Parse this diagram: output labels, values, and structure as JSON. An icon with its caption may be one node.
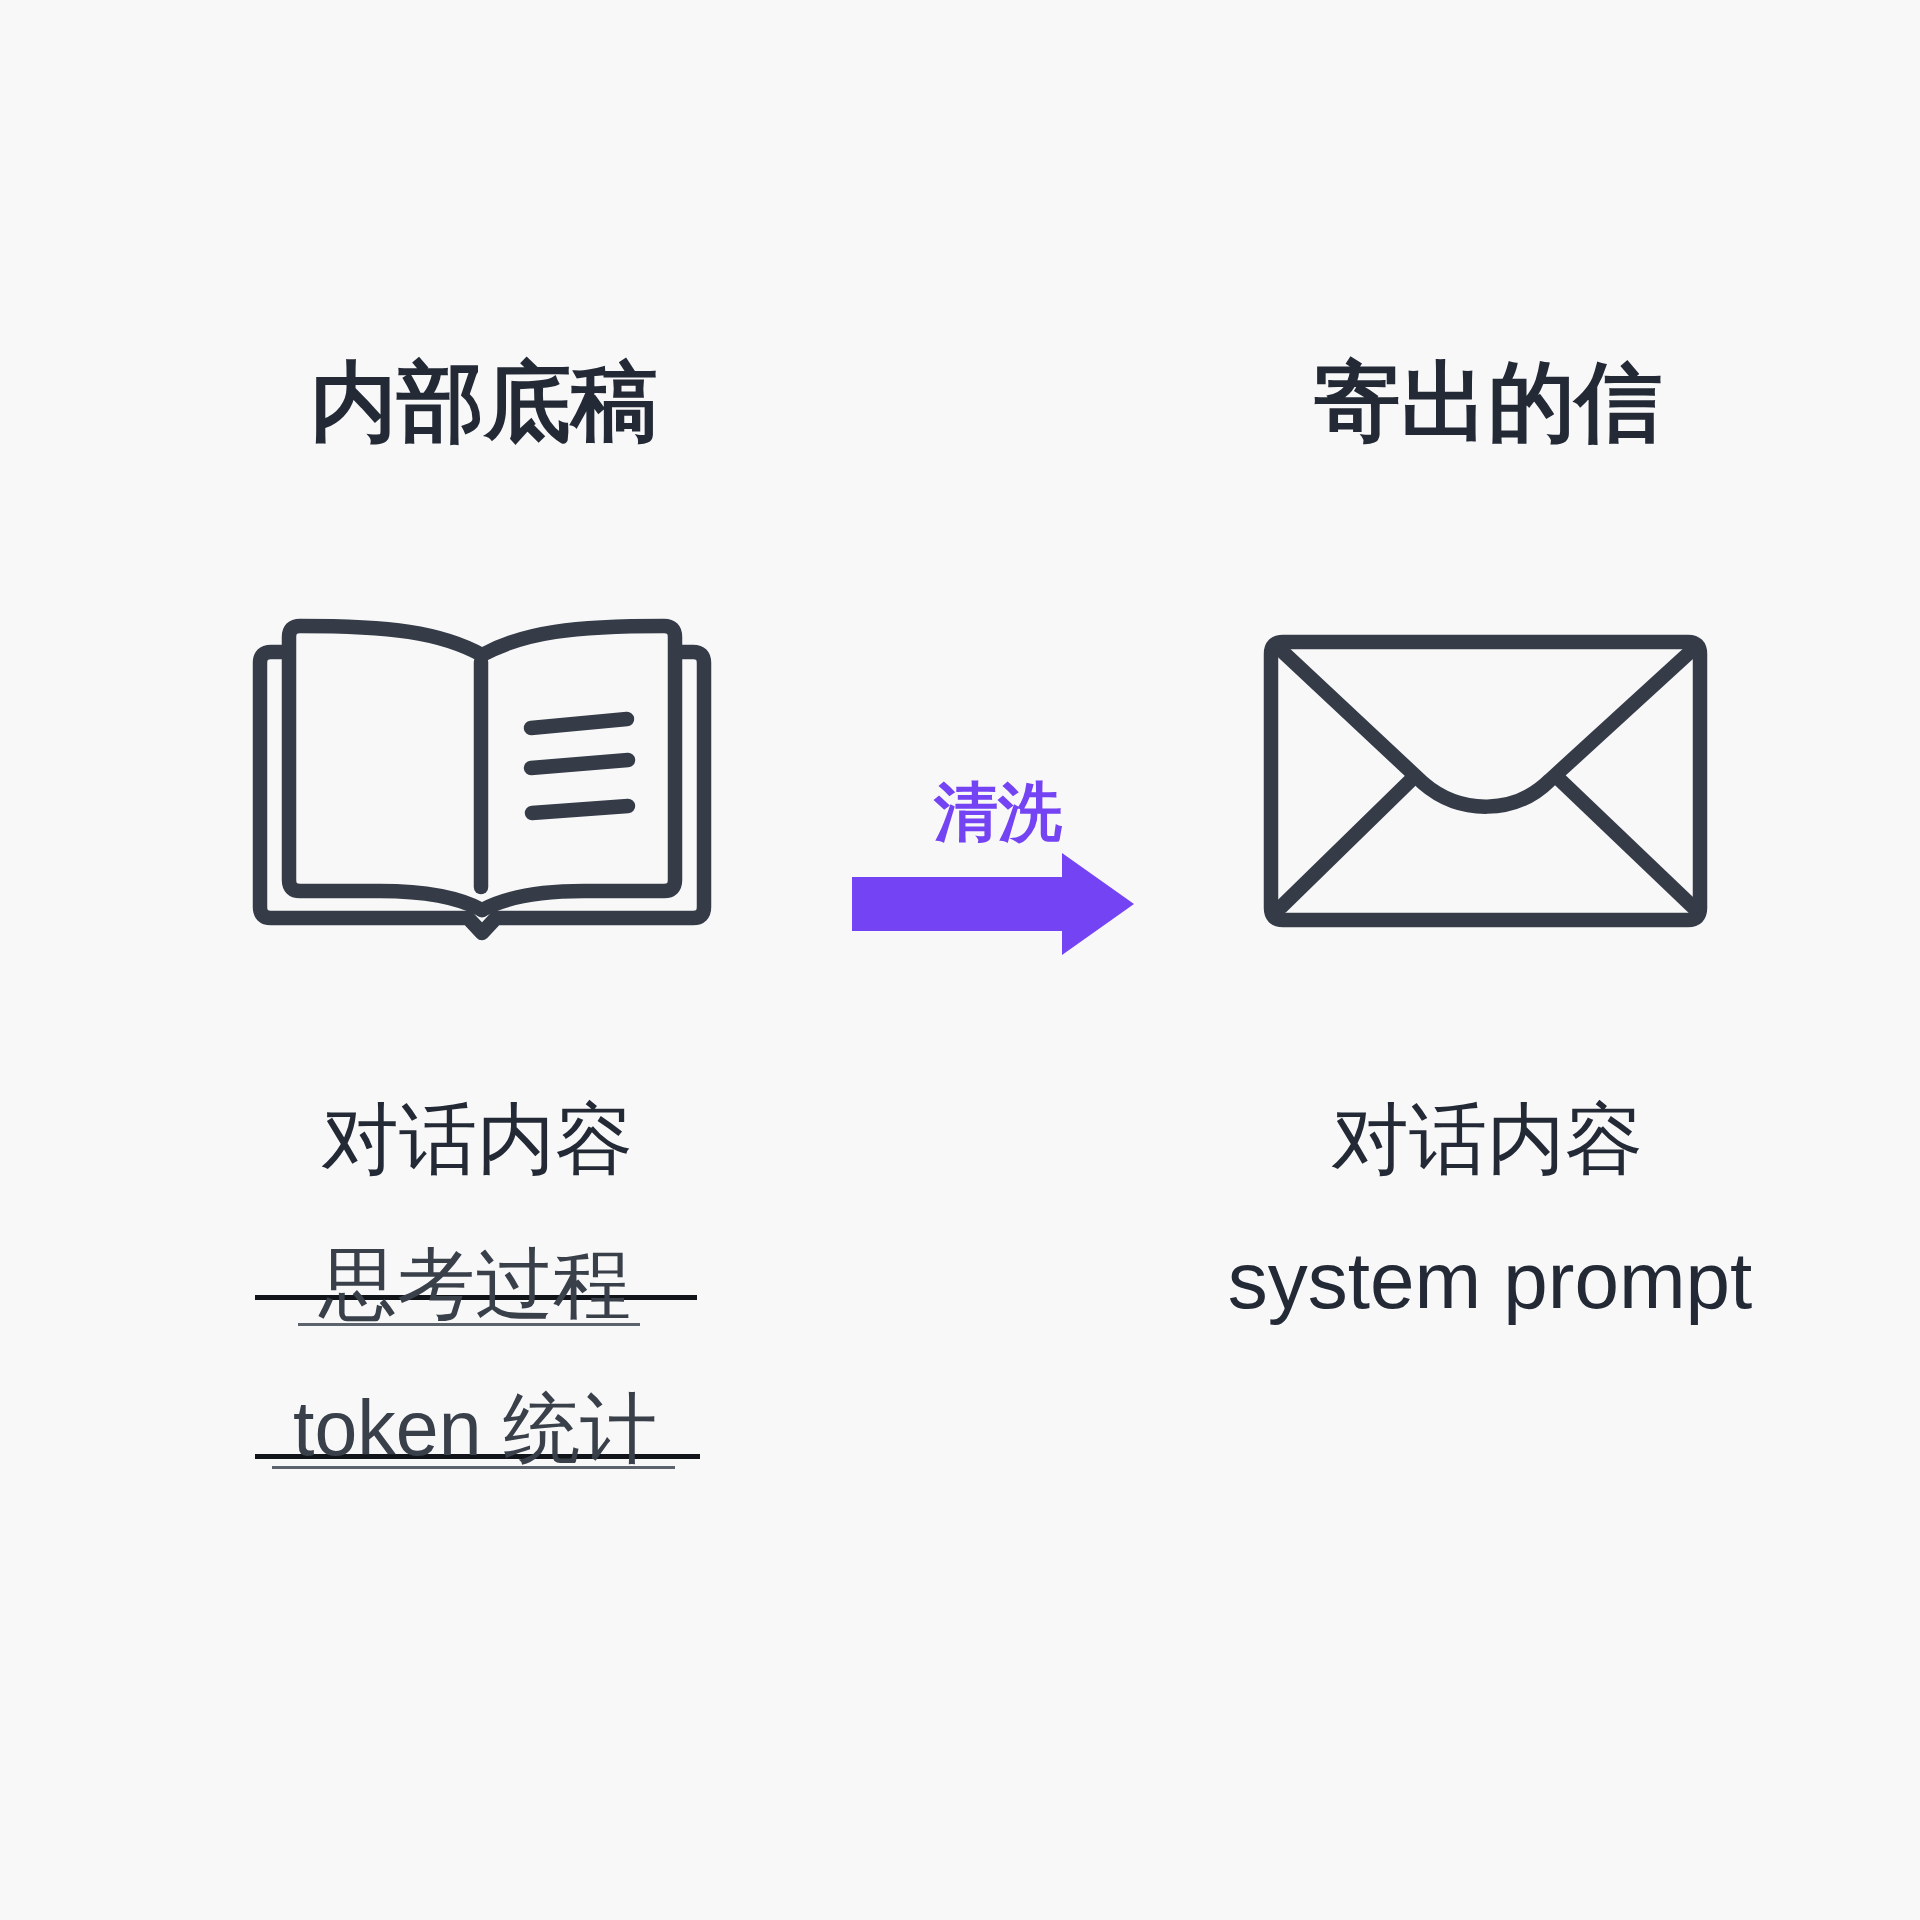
{
  "diagram": {
    "nodes": [
      {
        "text": [],
        "shape": "picture",
        "beside": [
          "内部底稿",
          "对话内容",
          "思考过程",
          "token 统计"
        ]
      },
      {
        "text": [],
        "shape": "picture",
        "beside": [
          "寄出的信",
          "对话内容",
          "system prompt"
        ]
      }
    ],
    "edges": [
      {
        "from": 0,
        "to": 1,
        "arrow": "to",
        "label": "清洗",
        "style": "thick",
        "color": "#7443f3"
      }
    ]
  }
}
